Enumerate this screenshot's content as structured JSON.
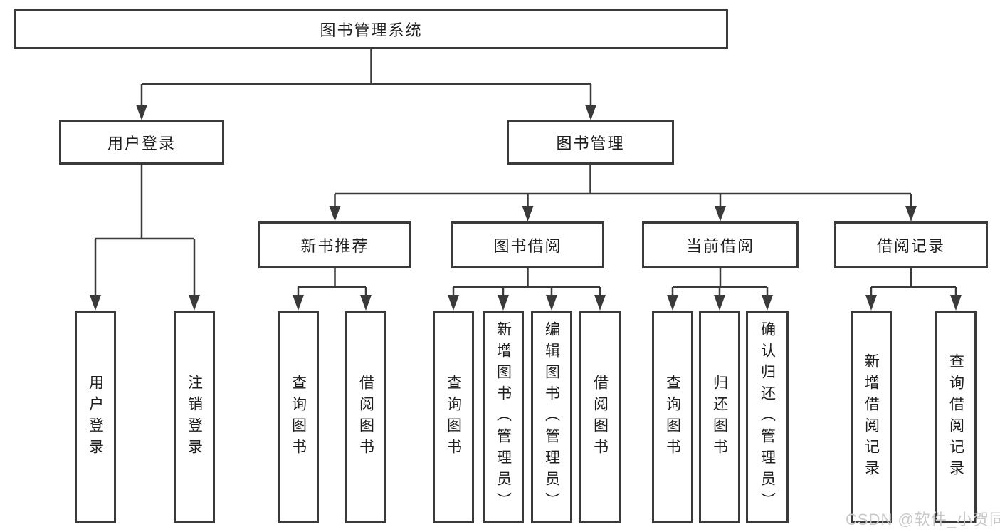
{
  "diagram_title": "图书管理系统",
  "nodes": {
    "root": "图书管理系统",
    "user_login": "用户登录",
    "book_mgmt": "图书管理",
    "new_book_rec": "新书推荐",
    "book_borrow": "图书借阅",
    "current_borrow": "当前借阅",
    "borrow_records": "借阅记录",
    "leaf_user_login": "用户登录",
    "leaf_logout_login": "注销登录",
    "leaf_query_book_a": "查询图书",
    "leaf_borrow_book_a": "借阅图书",
    "leaf_query_book_b": "查询图书",
    "leaf_add_book_admin": "新增图书（管理员）",
    "leaf_edit_book_admin": "编辑图书（管理员）",
    "leaf_borrow_book_b": "借阅图书",
    "leaf_query_book_c": "查询图书",
    "leaf_return_book": "归还图书",
    "leaf_confirm_return_admin": "确认归还（管理员）",
    "leaf_add_borrow_record": "新增借阅记录",
    "leaf_query_borrow_record": "查询借阅记录"
  },
  "watermark": "CSDN @软件_小贺同学",
  "colors": {
    "line": "#3a3a3a",
    "text": "#1f1f1f",
    "watermark": "#c9c9c9",
    "background": "#ffffff"
  }
}
